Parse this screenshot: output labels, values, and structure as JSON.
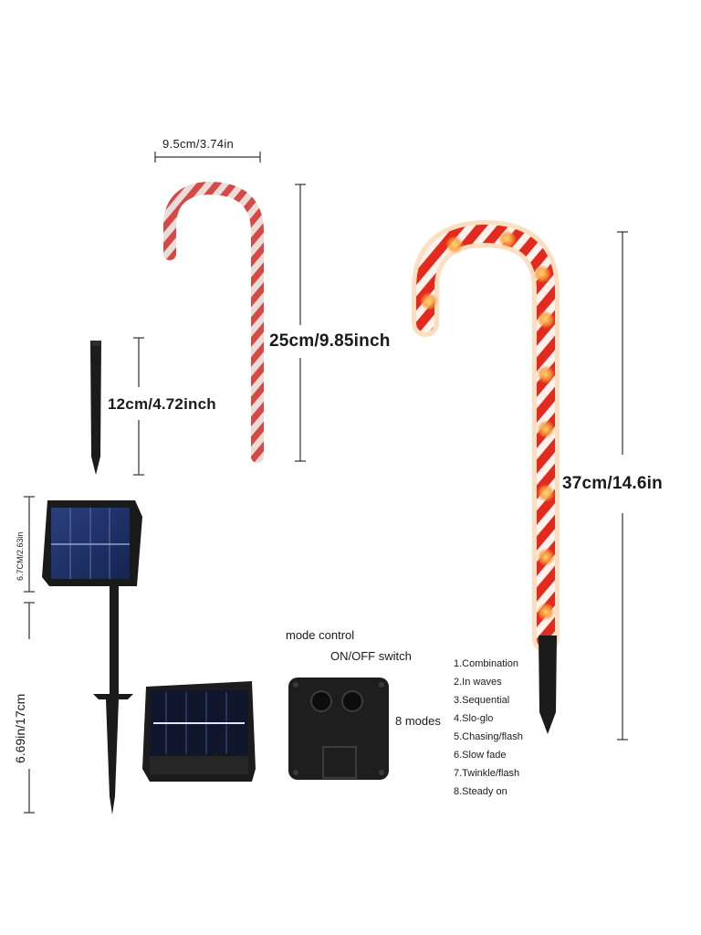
{
  "dimensions": {
    "width_small_cane": "9.5cm/3.74in",
    "height_small_cane": "25cm/9.85inch",
    "stake_length": "12cm/4.72inch",
    "height_large_cane": "37cm/14.6in",
    "panel_height": "6.7CM/2.63in",
    "panel_stake_height": "6.69in/17cm"
  },
  "controls": {
    "mode_control": "mode control",
    "on_off_switch": "ON/OFF switch",
    "modes_count": "8 modes",
    "modes": [
      "1.Combination",
      "2.In waves",
      "3.Sequential",
      "4.Slo-glo",
      "5.Chasing/flash",
      "6.Slow fade",
      "7.Twinkle/flash",
      "8.Steady on"
    ]
  },
  "colors": {
    "cane_red": "#e0261f",
    "cane_white": "#fbe9e4",
    "glow": "#f59b3a",
    "panel_blue": "#1c2f66",
    "plastic_black": "#1b1b1b"
  }
}
